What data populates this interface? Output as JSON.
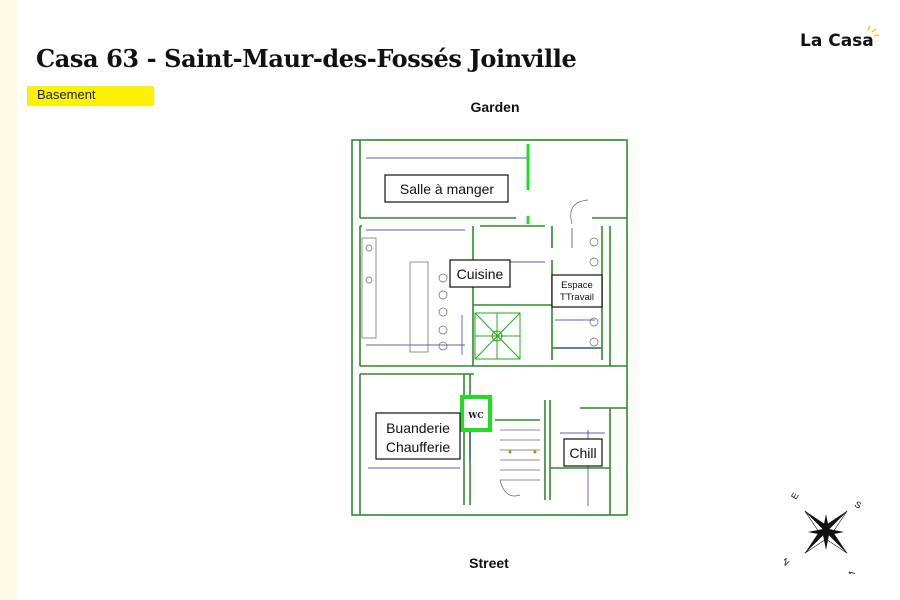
{
  "header": {
    "title": "Casa 63 - Saint-Maur-des-Fossés Joinville",
    "floor": "Basement",
    "logo_text": "La Casa"
  },
  "orientation": {
    "top": "Garden",
    "bottom": "Street"
  },
  "rooms": {
    "dining": "Salle à manger",
    "kitchen": "Cuisine",
    "office_line1": "Espace",
    "office_line2": "TTravail",
    "wc": "WC",
    "laundry_line1": "Buanderie",
    "laundry_line2": "Chaufferie",
    "chill": "Chill"
  },
  "compass": {
    "letters": [
      "E",
      "S",
      "N",
      "W"
    ]
  },
  "colors": {
    "wall": "#2e8b2e",
    "highlight": "#22dd22",
    "dimension": "#2a2aa8",
    "badge": "#fff200",
    "left_strip": "#fdfbe6"
  }
}
